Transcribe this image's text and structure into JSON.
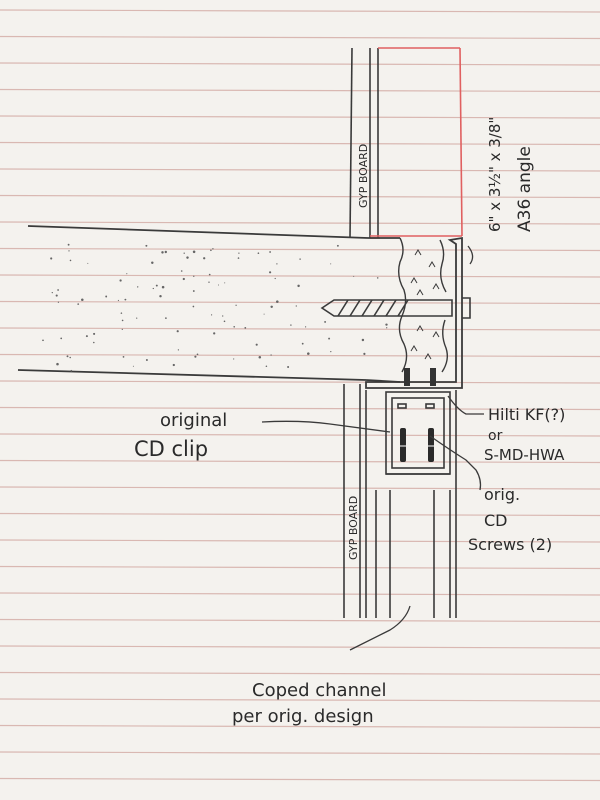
{
  "labels": {
    "gyp_board_top": "GYP BOARD",
    "angle_size": "6\" x 3½\" x 3/8\"",
    "angle_grade": "A36 angle",
    "fastener_1": "Hilti KF(?)",
    "fastener_2": "or",
    "fastener_3": "S-MD-HWA",
    "clip_1": "original",
    "clip_2": "CD clip",
    "screws_1": "orig.",
    "screws_2": "CD",
    "screws_3": "Screws (2)",
    "gyp_board_bottom": "GYP BOARD",
    "channel_1": "Coped channel",
    "channel_2": "per orig. design"
  },
  "colors": {
    "paper": "#f4f2ee",
    "ruled_line": "#d9b8b2",
    "pencil": "#3a3a3a",
    "red_pencil": "#e06060"
  }
}
